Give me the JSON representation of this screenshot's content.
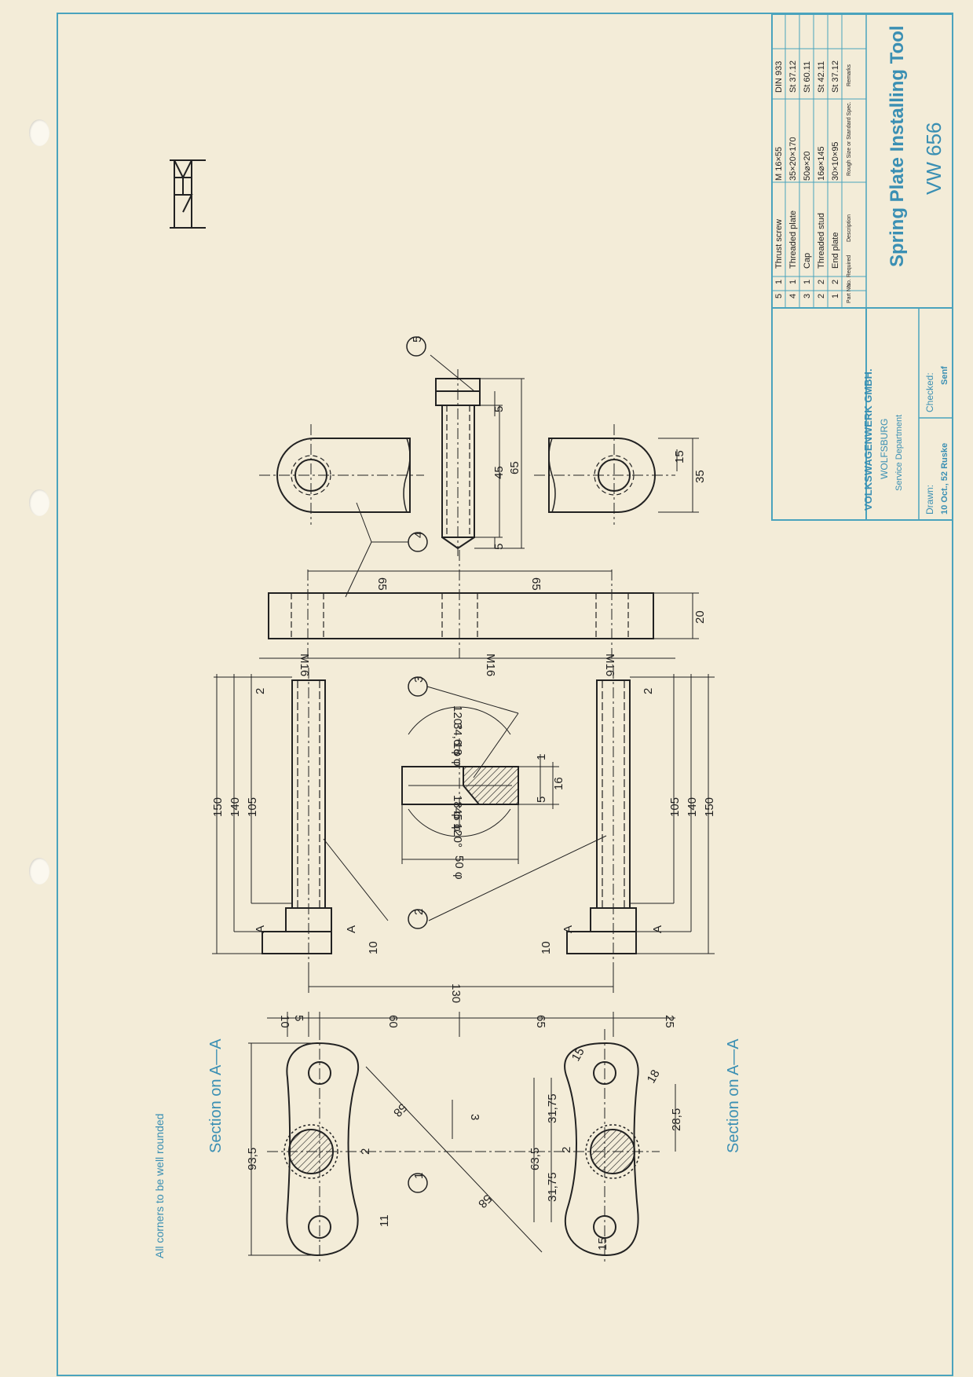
{
  "title_block": {
    "company": "VOLKSWAGENWERK GMBH.",
    "city": "WOLFSBURG",
    "department": "Service Department",
    "drawn_label": "Drawn:",
    "drawn_value": "10 Oct., 52 Ruske",
    "checked_label": "Checked:",
    "checked_value": "Senf",
    "tool_name": "Spring Plate Installing Tool",
    "tool_number": "VW 656"
  },
  "parts_list": {
    "headers": [
      "Part No.",
      "No. Required",
      "Description",
      "Rough Size or Standard Spec.",
      "Remarks"
    ],
    "rows": [
      {
        "part": "5",
        "qty": "1",
        "desc": "Thrust screw",
        "size": "M 16×55",
        "remarks": "DIN 933"
      },
      {
        "part": "4",
        "qty": "1",
        "desc": "Threaded plate",
        "size": "35×20×170",
        "remarks": "St 37.12"
      },
      {
        "part": "3",
        "qty": "1",
        "desc": "Cap",
        "size": "50⌀×20",
        "remarks": "St 60.11"
      },
      {
        "part": "2",
        "qty": "2",
        "desc": "Threaded stud",
        "size": "16⌀×145",
        "remarks": "St 42.11"
      },
      {
        "part": "1",
        "qty": "2",
        "desc": "End plate",
        "size": "30×10×95",
        "remarks": "St 37.12"
      }
    ]
  },
  "notes": {
    "corners": "All corners to be well rounded",
    "section_upper": "Section on A—A",
    "section_lower": "Section on A—A"
  },
  "balloons": [
    "1",
    "2",
    "3",
    "4",
    "5"
  ],
  "dimensions": {
    "part1": [
      "93,5",
      "5",
      "10",
      "60",
      "65",
      "25",
      "58",
      "58",
      "3",
      "2",
      "11",
      "63,5",
      "31,75",
      "31,75",
      "2",
      "15",
      "15",
      "18",
      "28,5"
    ],
    "part2": [
      "150",
      "140",
      "105",
      "2",
      "M16",
      "10",
      "A",
      "A",
      "130"
    ],
    "part3": [
      "50 φ",
      "120°",
      "45 φ",
      "18 φ",
      "18 φ",
      "34,6 φ",
      "120°",
      "1",
      "5",
      "16"
    ],
    "part4": [
      "65",
      "65",
      "20",
      "M16",
      "M16"
    ],
    "part5": [
      "5",
      "45",
      "65",
      "5",
      "15",
      "35"
    ]
  },
  "colors": {
    "paper": "#f3ecd8",
    "frame": "#4aa3bd",
    "ink": "#222222",
    "blue_text": "#3a8fb3"
  }
}
